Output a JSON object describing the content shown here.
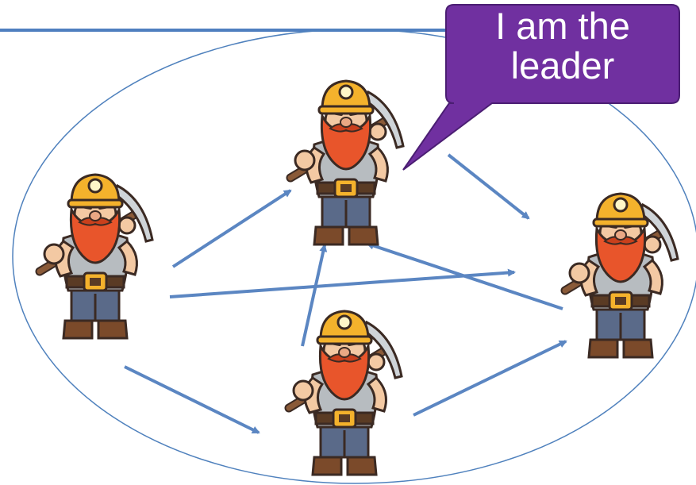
{
  "callout": {
    "line1": "I am the",
    "line2": "leader",
    "fill": "#7030a0",
    "text_color": "#ffffff"
  },
  "colors": {
    "title_rule": "#4f7fbf",
    "ellipse": "#4f81bd",
    "arrows": "#5b86c2",
    "beard": "#e8552b",
    "helmet": "#f4b22c",
    "shirt": "#b7bcc0",
    "pants": "#5a6a89",
    "boots": "#7b4a2a",
    "skin": "#f3c9a3",
    "outline": "#3b2a23"
  },
  "figure": {
    "nodes": [
      {
        "id": "leader",
        "icon": "miner-icon",
        "role": "leader"
      },
      {
        "id": "left",
        "icon": "miner-icon",
        "role": "follower"
      },
      {
        "id": "right",
        "icon": "miner-icon",
        "role": "follower"
      },
      {
        "id": "bottom",
        "icon": "miner-icon",
        "role": "follower"
      }
    ],
    "edges": [
      {
        "from": "left",
        "to": "leader"
      },
      {
        "from": "left",
        "to": "right"
      },
      {
        "from": "left",
        "to": "bottom"
      },
      {
        "from": "leader",
        "to": "right"
      },
      {
        "from": "right",
        "to": "leader"
      },
      {
        "from": "bottom",
        "to": "leader"
      },
      {
        "from": "bottom",
        "to": "right"
      }
    ]
  }
}
